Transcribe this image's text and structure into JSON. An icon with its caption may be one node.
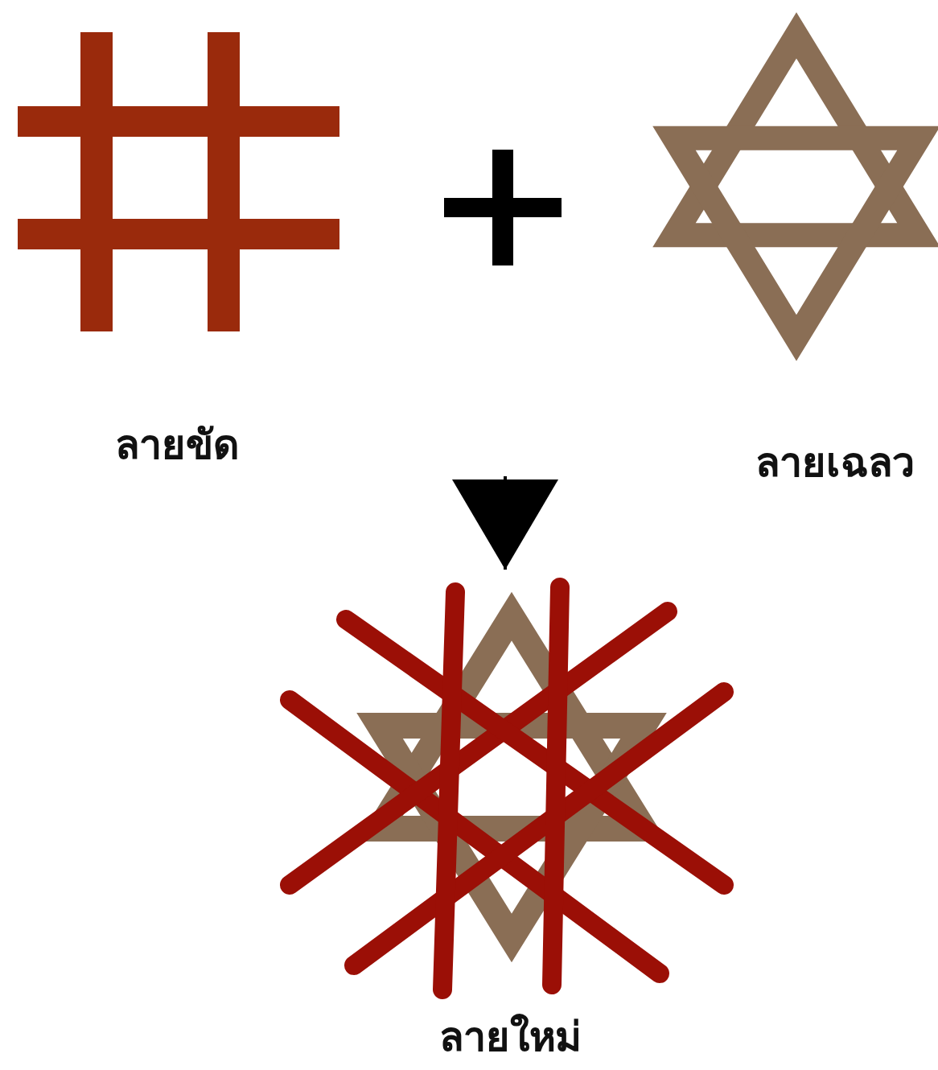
{
  "diagram": {
    "nodes": [
      {
        "text": [
          "ลายขัด"
        ]
      },
      {
        "text": [
          "ลายเฉลว"
        ]
      },
      {
        "text": [
          "ลายใหม่"
        ]
      }
    ],
    "edges": [
      {
        "from": null,
        "to": 2,
        "arrow": "to"
      }
    ]
  }
}
